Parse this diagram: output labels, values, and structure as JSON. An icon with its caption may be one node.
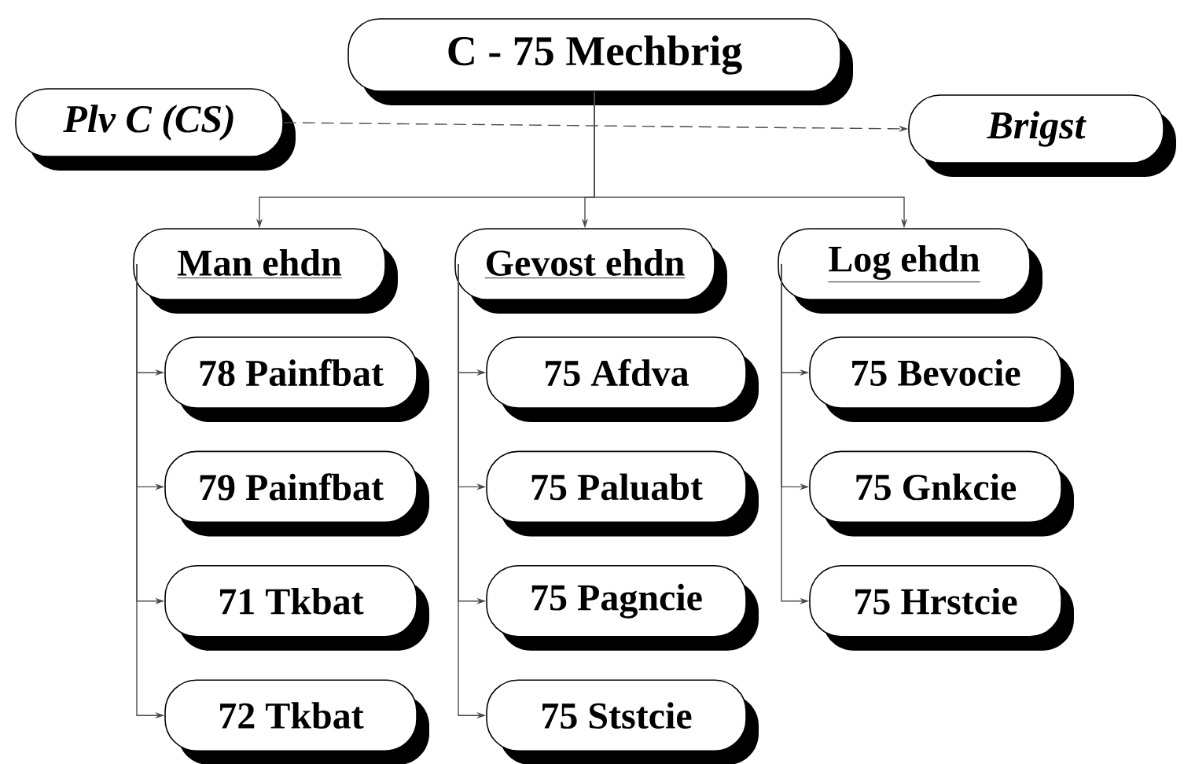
{
  "diagram": {
    "nodes": [
      {
        "text": [
          "C - 75 Mechbrig"
        ]
      },
      {
        "text": [
          "Plv C (CS)"
        ]
      },
      {
        "text": [
          "Brigst"
        ]
      },
      {
        "text": [
          "Man ehdn"
        ]
      },
      {
        "text": [
          "Gevost ehdn"
        ]
      },
      {
        "text": [
          "Log ehdn"
        ]
      },
      {
        "text": [
          "78 Painfbat"
        ]
      },
      {
        "text": [
          "79 Painfbat"
        ]
      },
      {
        "text": [
          "71 Tkbat"
        ]
      },
      {
        "text": [
          "72 Tkbat"
        ]
      },
      {
        "text": [
          "75 Afdva"
        ]
      },
      {
        "text": [
          "75 Paluabt"
        ]
      },
      {
        "text": [
          "75 Pagncie"
        ]
      },
      {
        "text": [
          "75 Ststcie"
        ]
      },
      {
        "text": [
          "75 Bevocie"
        ]
      },
      {
        "text": [
          "75 Gnkcie"
        ]
      },
      {
        "text": [
          "75 Hrstcie"
        ]
      }
    ],
    "edges": [
      {
        "from": 1,
        "to": 2,
        "arrow": "to",
        "style": "dashed"
      },
      {
        "from": 0,
        "to": 3,
        "arrow": "to"
      },
      {
        "from": 0,
        "to": 4,
        "arrow": "to"
      },
      {
        "from": 0,
        "to": 5,
        "arrow": "to"
      },
      {
        "from": 3,
        "to": 6,
        "arrow": "to"
      },
      {
        "from": 3,
        "to": 7,
        "arrow": "to"
      },
      {
        "from": 3,
        "to": 8,
        "arrow": "to"
      },
      {
        "from": 3,
        "to": 9,
        "arrow": "to"
      },
      {
        "from": 4,
        "to": 10,
        "arrow": "to"
      },
      {
        "from": 4,
        "to": 11,
        "arrow": "to"
      },
      {
        "from": 4,
        "to": 12,
        "arrow": "to"
      },
      {
        "from": 4,
        "to": 13,
        "arrow": "to"
      },
      {
        "from": 5,
        "to": 14,
        "arrow": "to"
      },
      {
        "from": 5,
        "to": 15,
        "arrow": "to"
      },
      {
        "from": 5,
        "to": 16,
        "arrow": "to"
      }
    ]
  }
}
